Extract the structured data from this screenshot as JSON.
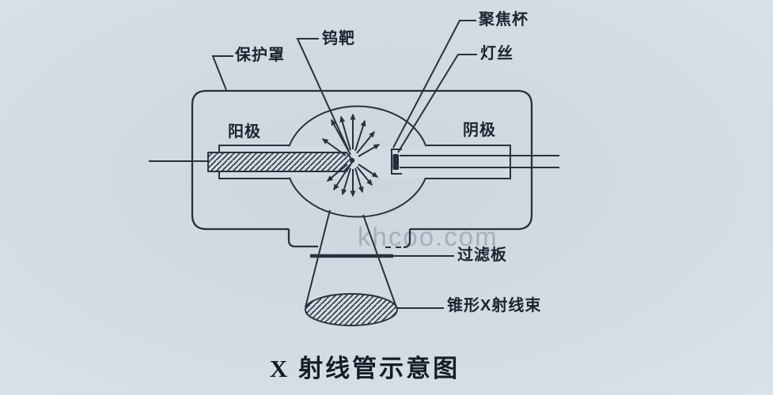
{
  "page": {
    "caption": "X 射线管示意图",
    "watermark": "khcoo.com"
  },
  "diagram": {
    "labels": {
      "protective_cover": "保护罩",
      "tungsten_target": "钨靶",
      "focusing_cup": "聚焦杯",
      "filament": "灯丝",
      "anode": "阳极",
      "cathode": "阴极",
      "filter_plate": "过滤板",
      "cone_beam": "锥形X射线束"
    },
    "colors": {
      "background": "#d2dce2",
      "line": "#27313f",
      "text": "#1b2531",
      "watermark": "#b5c1ca"
    }
  }
}
